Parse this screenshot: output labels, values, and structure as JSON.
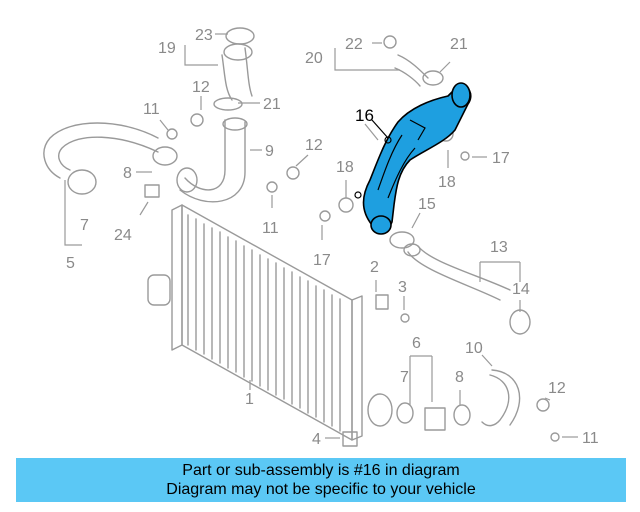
{
  "callouts": {
    "c23": "23",
    "c19": "19",
    "c12a": "12",
    "c21a": "21",
    "c11a": "11",
    "c9": "9",
    "c8a": "8",
    "c24": "24",
    "c7a": "7",
    "c5": "5",
    "c12b": "12",
    "c11b": "11",
    "c22": "22",
    "c20": "20",
    "c21b": "21",
    "c16": "16",
    "c17a": "17",
    "c18a": "18",
    "c18b": "18",
    "c17b": "17",
    "c15": "15",
    "c13": "13",
    "c14": "14",
    "c2": "2",
    "c3": "3",
    "c6": "6",
    "c7b": "7",
    "c8b": "8",
    "c10": "10",
    "c12c": "12",
    "c1": "1",
    "c4": "4",
    "c11c": "11"
  },
  "highlight_color": "#1e9fe0",
  "banner": {
    "line1": "Part or sub-assembly is #16 in diagram",
    "line2": "Diagram may not be specific to your vehicle",
    "color": "#5bc8f5"
  }
}
